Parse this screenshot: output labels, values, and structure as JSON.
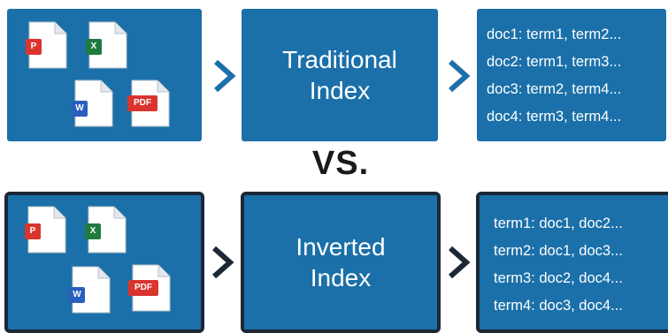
{
  "top": {
    "file_badges": [
      "P",
      "X",
      "W",
      "PDF"
    ],
    "index_title": [
      "Traditional",
      "Index"
    ],
    "entries": [
      "doc1: term1, term2...",
      "doc2: term1, term3...",
      "doc3: term2, term4...",
      "doc4: term3, term4..."
    ]
  },
  "vs_label": "VS.",
  "bottom": {
    "file_badges": [
      "P",
      "X",
      "W",
      "PDF"
    ],
    "index_title": [
      "Inverted",
      "Index"
    ],
    "entries": [
      "term1: doc1, doc2...",
      "term2: doc1, doc3...",
      "term3: doc2, doc4...",
      "term4: doc3, doc4..."
    ]
  },
  "colors": {
    "panel": "#1b70a9",
    "top_arrow": "#1b70a9",
    "bottom_arrow": "#1c2836",
    "powerpoint": "#d9352e",
    "excel": "#1f7a3f",
    "word": "#2b5fbf",
    "pdf": "#d9352e"
  }
}
